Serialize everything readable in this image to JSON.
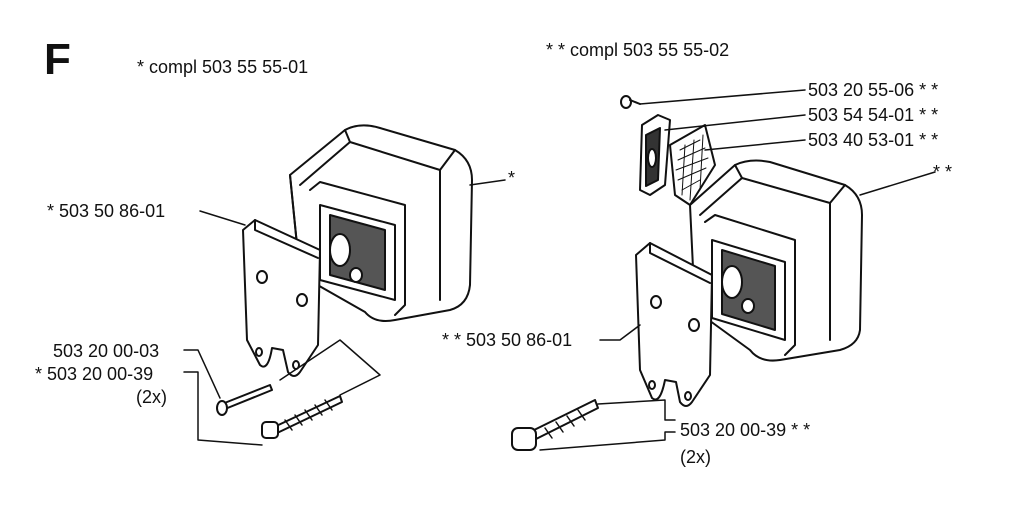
{
  "section_letter": "F",
  "left": {
    "assembly": "* compl 503 55 55-01",
    "muffler_mark": "*",
    "gasket": "* 503 50 86-01",
    "screw_a": "503 20 00-03",
    "screw_b": "* 503 20 00-39",
    "screw_b_qty": "(2x)"
  },
  "right": {
    "assembly": "* * compl 503 55 55-02",
    "p1": "503 20 55-06  * *",
    "p2": "503 54 54-01  * *",
    "p3": "503 40 53-01  * *",
    "muffler_mark": "* *",
    "gasket": "* *  503 50 86-01",
    "screw": "503 20 00-39  * *",
    "screw_qty": "(2x)"
  }
}
